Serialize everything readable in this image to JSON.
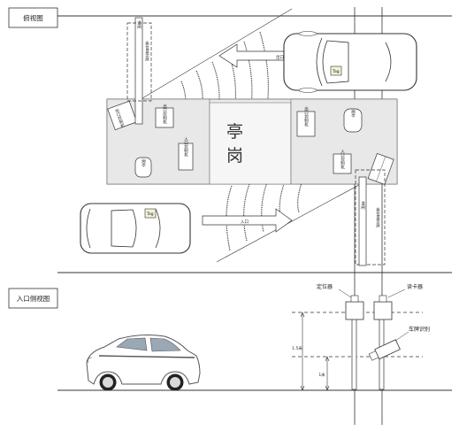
{
  "top_view": {
    "title": "俯视图",
    "booth_char_1": "岗",
    "booth_char_2": "亭",
    "exit_label": "出口",
    "entry_label": "入口",
    "left_island": {
      "gate_text": "道闸",
      "display_text": "余位显示屏",
      "box_label": "出口控制机",
      "station_label": "出口控制机",
      "terminal_label": "入口控制机",
      "round_label": "岗亭"
    },
    "right_island": {
      "gate_text": "道闸",
      "display_text": "余位显示屏",
      "box_label": "入口控制机",
      "station_label": "出口控制机",
      "round_label": "岗亭"
    },
    "car_tag": "Tag"
  },
  "side_view": {
    "title": "入口侧视图",
    "locator_label": "定位器",
    "reader_label": "读卡器",
    "camera_label": "车牌识别",
    "dim_upper": "1.5米",
    "dim_lower": "1米"
  }
}
